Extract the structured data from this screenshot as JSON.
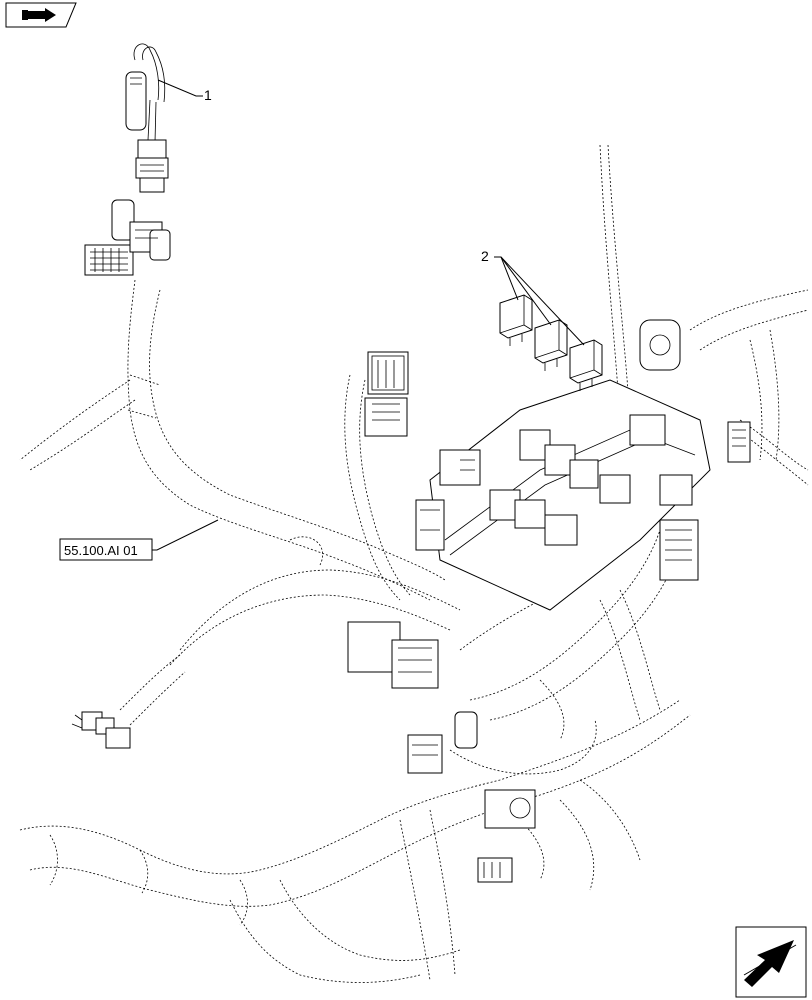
{
  "callouts": {
    "item_1": "1",
    "item_2": "2"
  },
  "reference_label": "55.100.AI 01",
  "icons": {
    "top_left": "cab-view-icon",
    "bottom_right": "next-page-arrow-icon"
  }
}
